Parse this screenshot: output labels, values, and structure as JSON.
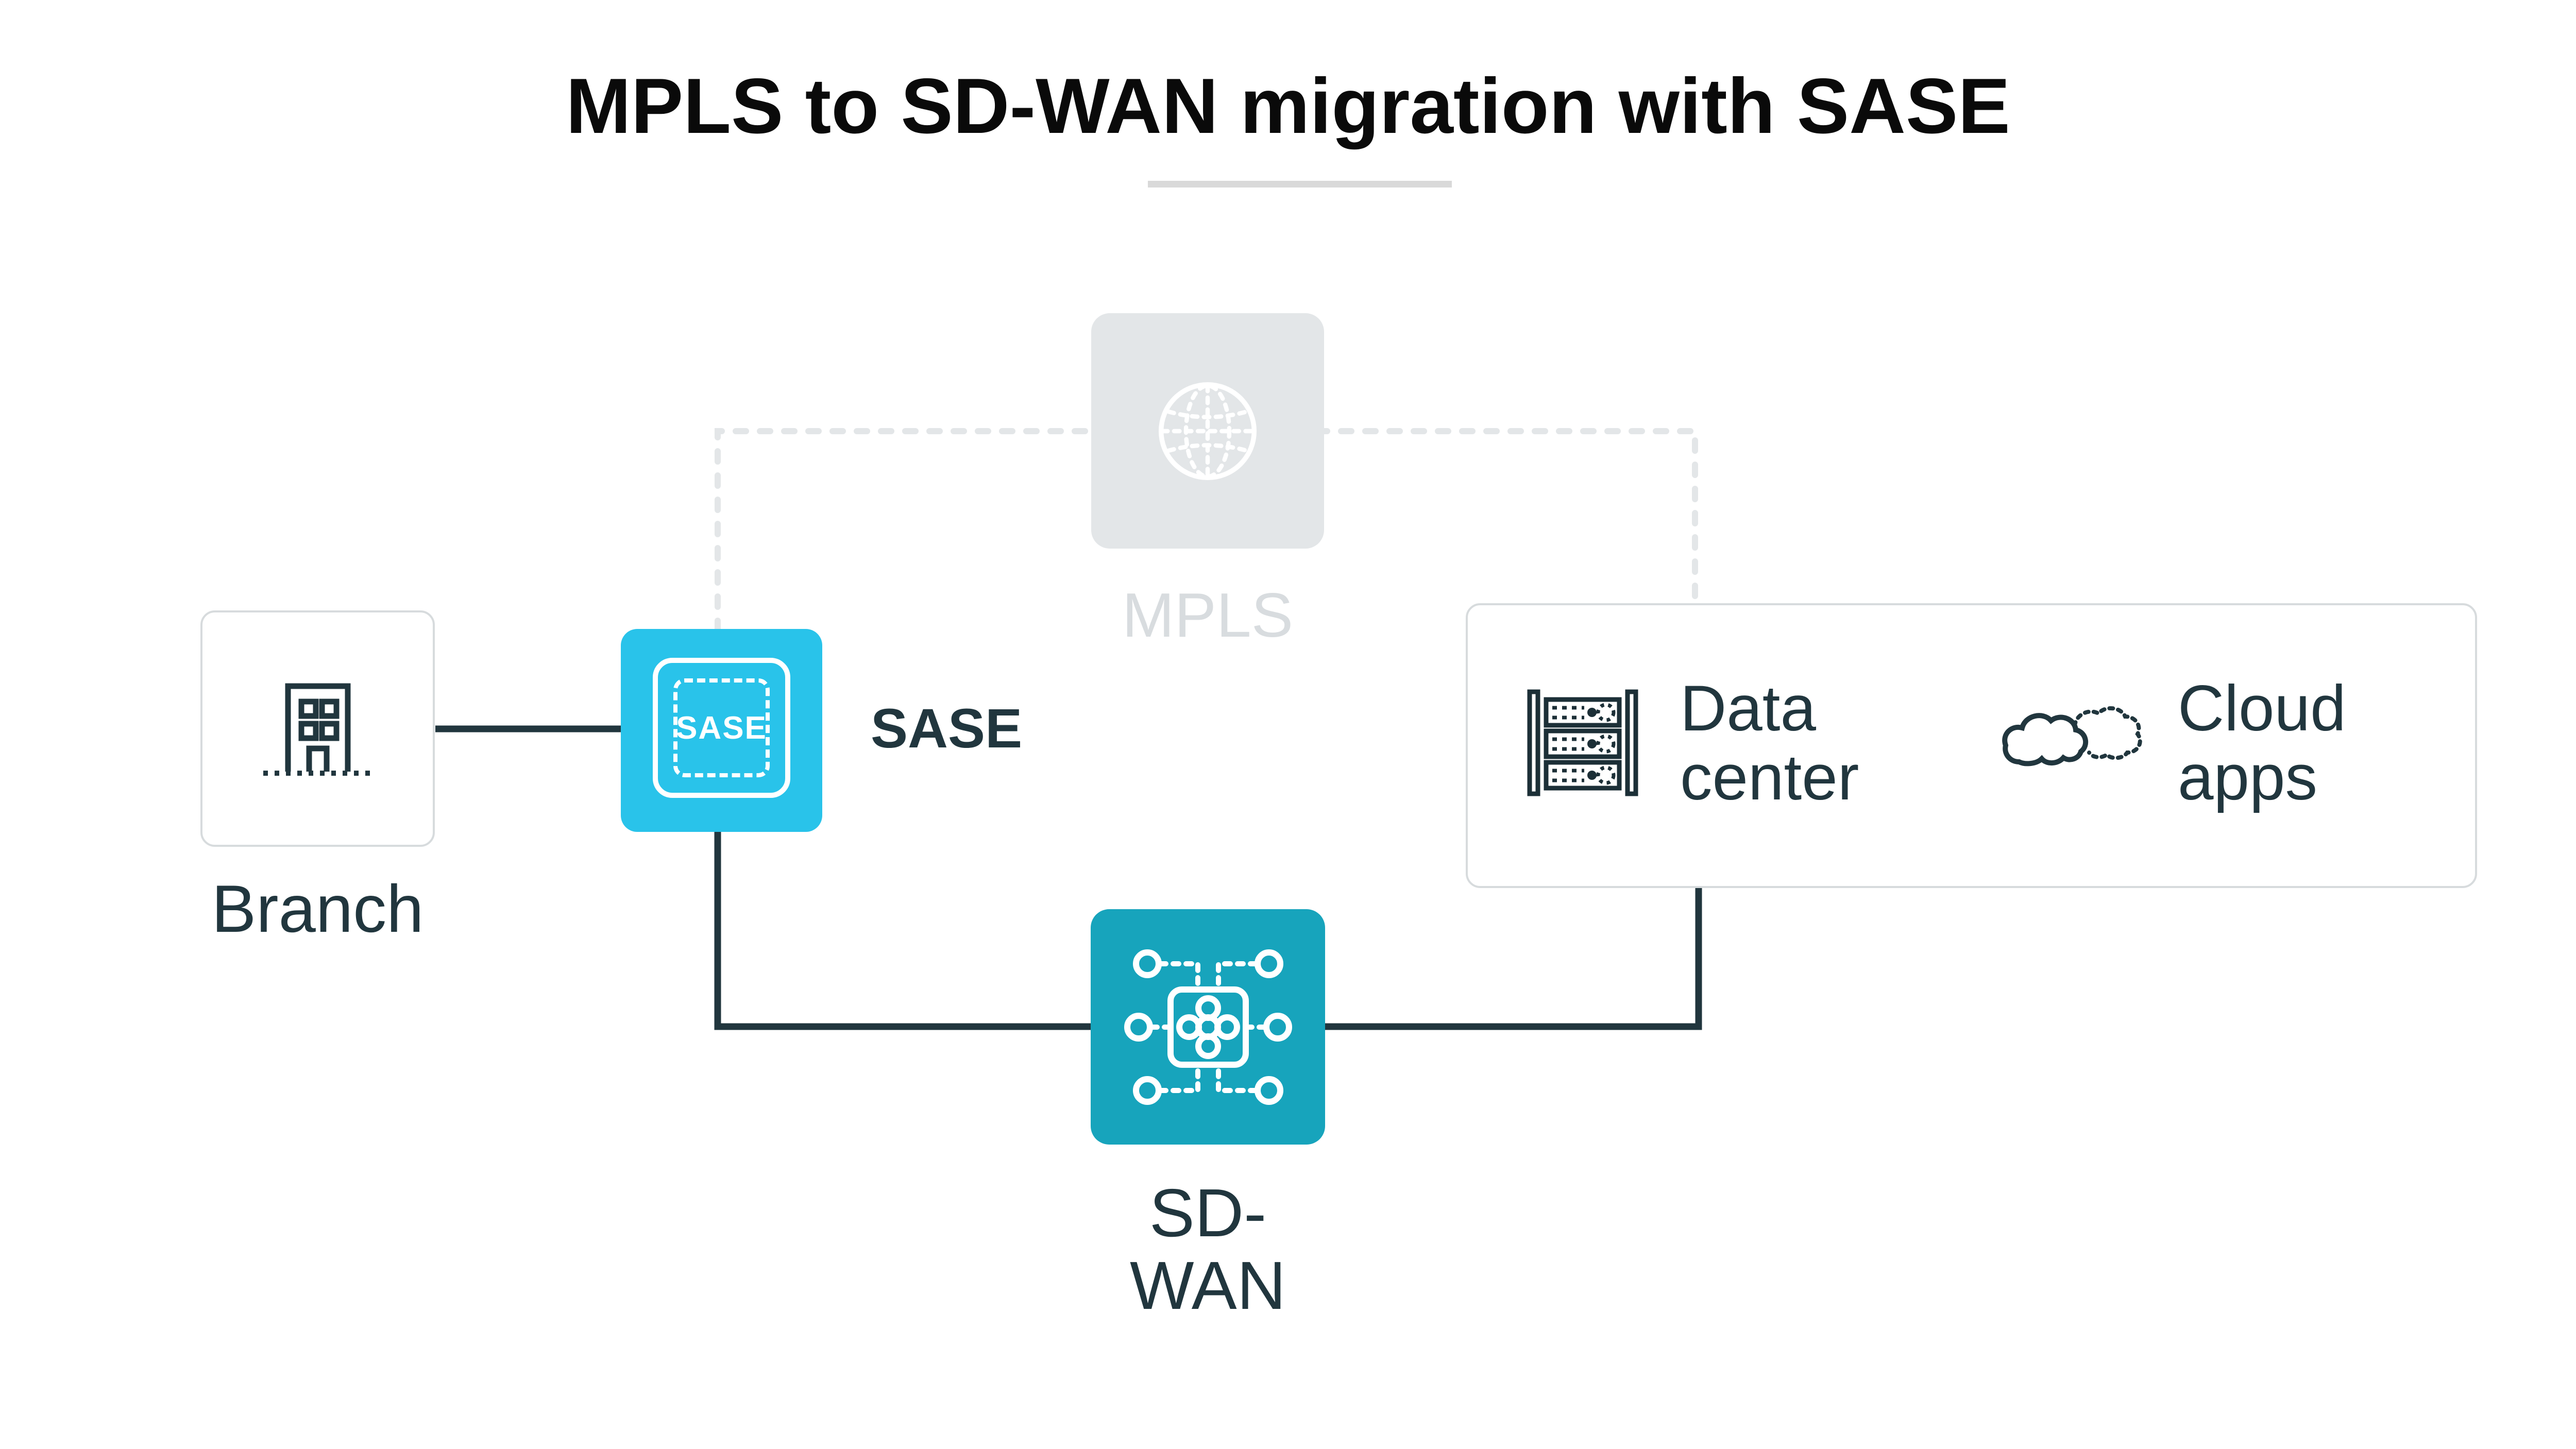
{
  "title": "MPLS to SD-WAN migration with SASE",
  "nodes": {
    "mpls": {
      "label": "MPLS"
    },
    "branch": {
      "label": "Branch"
    },
    "sase_badge": {
      "label": "SASE"
    },
    "sase": {
      "label": "SASE"
    },
    "sdwan": {
      "label": "SD-WAN"
    },
    "data_center": {
      "label": "Data center"
    },
    "cloud_apps": {
      "label": "Cloud apps"
    }
  },
  "icons": {
    "mpls": "globe-icon",
    "branch": "building-icon",
    "sase": "sase-badge-icon",
    "sdwan": "sdwan-network-icon",
    "data_center": "server-rack-icon",
    "cloud_apps": "cloud-icon"
  },
  "colors": {
    "sase_cyan": "#29c3ea",
    "sdwan_teal": "#17a4bc",
    "ink": "#21363e",
    "title_black": "#0a0a0a",
    "mpls_box_gray": "#e3e6e8",
    "mpls_text_gray": "#d8dcdf",
    "dashed_wire_gray": "#e3e6e8",
    "panel_border_gray": "#d7dbdd",
    "divider_gray": "#d9d9d9",
    "white": "#ffffff"
  }
}
